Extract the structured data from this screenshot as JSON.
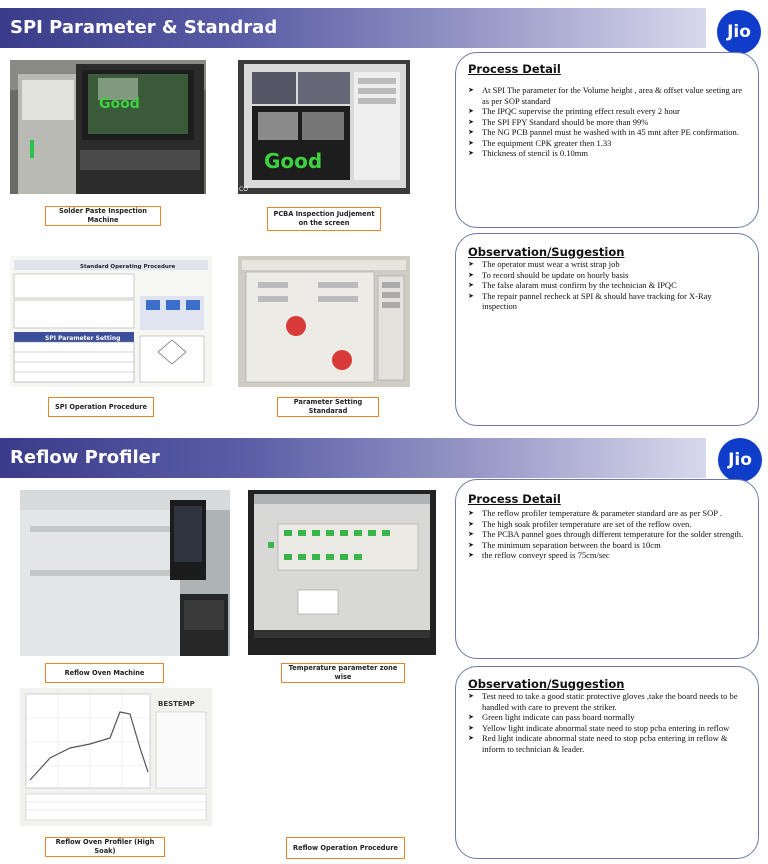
{
  "sections": {
    "spi": {
      "title": "SPI Parameter & Standrad",
      "logo": "Jio",
      "captions": {
        "machine": "Solder Paste Inspection Machine",
        "judgement": "PCBA Inspection Judjement on the screen",
        "sop": "SPI Operation  Procedure",
        "param": "Parameter Setting Standarad"
      },
      "photo_text": {
        "good": "Good",
        "sop_header": "Standard Operating Procedure",
        "sop_table": "SPI Parameter Setting",
        "co": "CO"
      },
      "process": {
        "title": "Process Detail",
        "items": [
          "At SPI The parameter for the Volume  height , area & offset value seeting are as per SOP standard",
          "The IPQC supervise the printing effect result every 2 hour",
          "The  SPI FPY Standard should be more than 99%",
          "The NG PCB pannel must be washed with in 45 mnt after PE confirmation.",
          "The equipment CPK greater then 1.33",
          "Thickness of stencil is 0.10mm"
        ]
      },
      "observation": {
        "title": "Observation/Suggestion",
        "items": [
          "The operator must wear a wrist strap job",
          "To record should be update on hourly basis",
          "The false alaram must confirm by the technician & IPQC",
          "The repair pannel recheck at SPI & should have tracking for X-Ray inspection"
        ]
      }
    },
    "reflow": {
      "title": "Reflow Profiler",
      "logo": "Jio",
      "captions": {
        "oven": "Reflow Oven Machine",
        "zone": "Temperature parameter zone wise",
        "profiler": "Reflow Oven Profiler (High Soak)",
        "procedure": "Reflow Operation Procedure"
      },
      "photo_text": {
        "bestemp": "BESTEMP"
      },
      "process": {
        "title": "Process Detail",
        "items": [
          "The reflow profiler temperature & parameter standard are as per SOP .",
          "The high soak profiler temperature are set of the reflow oven.",
          "The PCBA pannel goes through different temperature for the solder strength.",
          "The minimum separation between the board is 10cm",
          "the reflow conveyr speed is 75cm/sec"
        ]
      },
      "observation": {
        "title": "Observation/Suggestion",
        "items": [
          "Test need to take a good static protective gloves ,take the board needs to be handled with care to prevent the striker.",
          "Green light indicate can pass board normally",
          "Yellow light indicate abnormal state need to stop pcba entering in reflow",
          "Red light indicate abnormal state need to stop pcba entering in reflow & inform to technician & leader."
        ]
      }
    }
  }
}
